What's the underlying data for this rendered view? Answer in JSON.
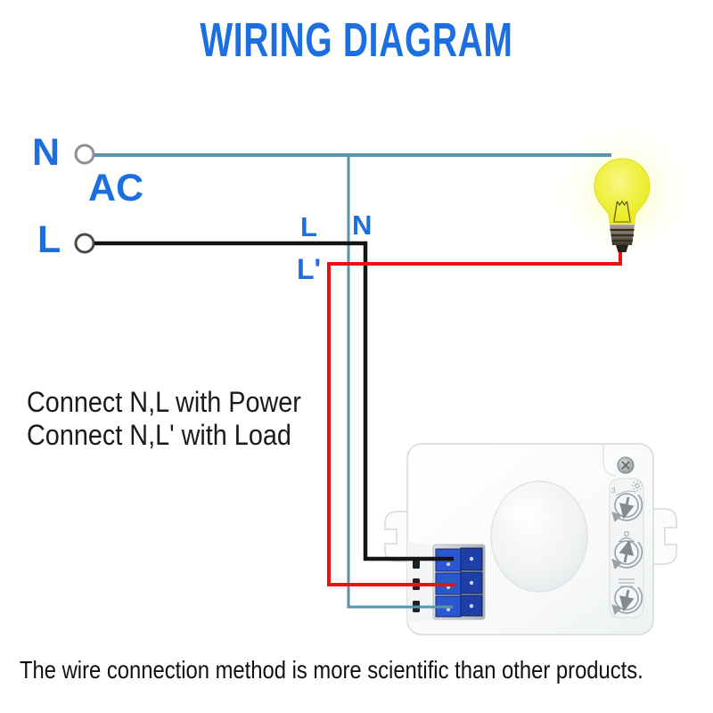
{
  "title": "WIRING DIAGRAM",
  "power_terminals": {
    "neutral": "N",
    "ac": "AC",
    "live": "L"
  },
  "wire_labels": {
    "live": "L",
    "neutral": "N",
    "load": "L'"
  },
  "instructions": {
    "line1": "Connect N,L with Power",
    "line2": "Connect N,L' with Load"
  },
  "footer": "The wire connection method is more scientific than other products.",
  "device": {
    "dial1_mark": "3"
  },
  "colors": {
    "label_blue": "#1b6fe0",
    "neutral_wire": "#5b93aa",
    "live_wire": "#141414",
    "load_wire": "#ee1111",
    "bulb_yellow": "#efef3c",
    "terminal_blue": "#2b57d3"
  }
}
